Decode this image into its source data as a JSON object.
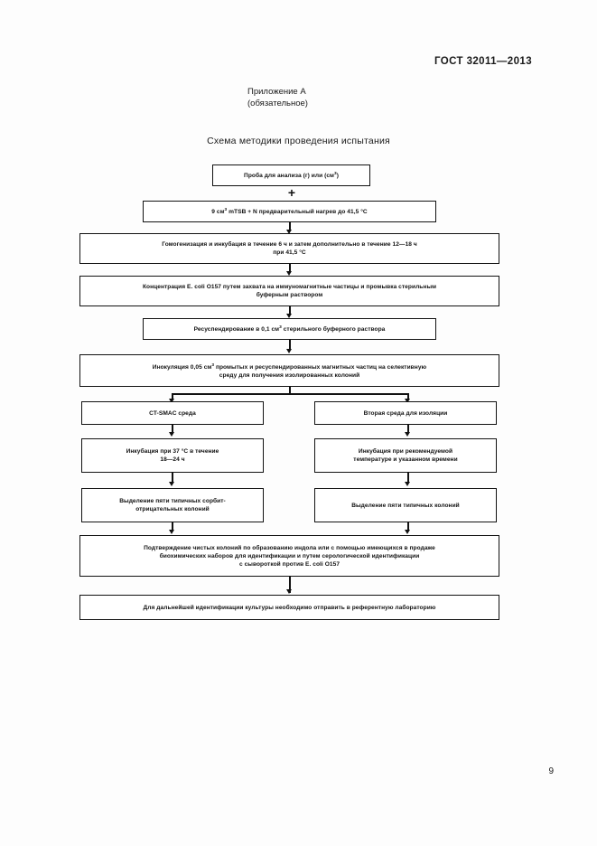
{
  "document": {
    "standard_header": "ГОСТ 32011—2013",
    "appendix_title": "Приложение А",
    "appendix_subtitle": "(обязательное)",
    "scheme_title": "Схема методики проведения испытания",
    "page_number": "9",
    "plus_symbol": "+"
  },
  "flowchart": {
    "nodes": [
      {
        "id": "sample",
        "text_before_sup": "Проба для анализа (г) или (см",
        "sup": "3",
        "text_after_sup": ")"
      },
      {
        "id": "mtsb",
        "text_before_sup": "9 см",
        "sup": "3",
        "text_after_sup": " mTSB + N предварительный нагрев до 41,5 °С"
      },
      {
        "id": "homogenization",
        "line1": "Гомогенизация и инкубация в течение 6 ч и затем дополнительно в течение 12—18 ч",
        "line2": "при 41,5 °С"
      },
      {
        "id": "concentration",
        "line1": "Концентрация E. coli O157 путем захвата на иммуномагнитные частицы и промывка стерильным",
        "line2": "буферным раствором"
      },
      {
        "id": "resuspension",
        "text_before_sup": "Ресуспендирование в 0,1 см",
        "sup": "3",
        "text_after_sup": " стерильного буферного раствора"
      },
      {
        "id": "inoculation",
        "text_before_sup": "Инокуляция 0,05 см",
        "sup": "3",
        "text_after_sup": " промытых и ресуспендированных магнитных частиц на селективную",
        "line2": "среду для получения изолированных колоний"
      },
      {
        "id": "ct-smac-medium",
        "text": "CT-SMAC среда"
      },
      {
        "id": "second-medium",
        "text": "Вторая среда для изоляции"
      },
      {
        "id": "incubation-37",
        "line1": "Инкубация при 37 °С в течение",
        "line2": "18—24 ч"
      },
      {
        "id": "incubation-recommended",
        "line1": "Инкубация при рекомендуемой",
        "line2": "температуре и указанном времени"
      },
      {
        "id": "isolation-sorbitol",
        "line1": "Выделение пяти типичных сорбит-",
        "line2": "отрицательных колоний"
      },
      {
        "id": "isolation-typical",
        "text": "Выделение пяти типичных колоний"
      },
      {
        "id": "confirmation",
        "line1": "Подтверждение чистых колоний по образованию индола или с помощью имеющихся в продаже",
        "line2": "биохимических наборов для идентификации и путем серологической идентификации",
        "line3": "с сывороткой против E. coli O157"
      },
      {
        "id": "reference-lab",
        "text": "Для дальнейшей идентификации культуры необходимо отправить в референтную лабораторию"
      }
    ]
  }
}
